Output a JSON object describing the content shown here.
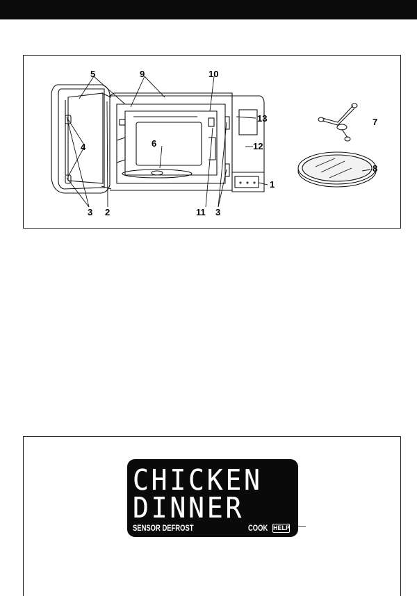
{
  "diagram": {
    "labels": {
      "l5": "5",
      "l9": "9",
      "l10": "10",
      "l13": "13",
      "l7": "7",
      "l12": "12",
      "l4": "4",
      "l6": "6",
      "l8": "8",
      "l1": "1",
      "l3a": "3",
      "l2": "2",
      "l11": "11",
      "l3b": "3"
    }
  },
  "display": {
    "line1": "CHICKEN",
    "line2": "DINNER",
    "left_caption": "SENSOR DEFROST",
    "cook": "COOK",
    "help": "HELP"
  }
}
